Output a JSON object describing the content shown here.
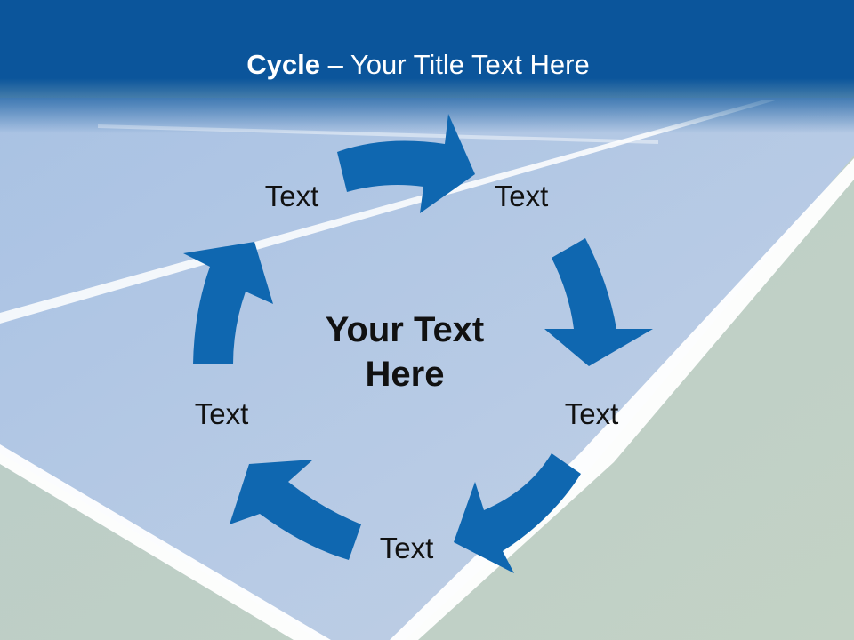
{
  "slide": {
    "title_bold": "Cycle",
    "title_rest": " – Your Title Text Here",
    "center_line1": "Your Text",
    "center_line2": "Here"
  },
  "cycle": {
    "labels": [
      "Text",
      "Text",
      "Text",
      "Text",
      "Text"
    ],
    "arrow_color": "#0f67b0"
  },
  "colors": {
    "header": "#0b559b",
    "court": "#b4c8e4",
    "outer": "#b9cdc6"
  }
}
